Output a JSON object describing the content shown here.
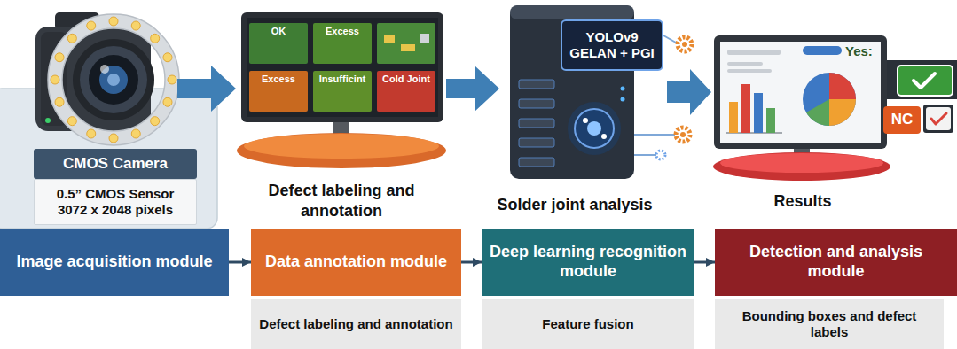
{
  "diagram": {
    "nodes": [
      {
        "text": [
          "CMOS Camera"
        ]
      },
      {
        "text": [
          "0.5” CMOS Sensor 3072 x 2048 pixels"
        ]
      },
      {
        "text": [
          "OK"
        ]
      },
      {
        "text": [
          "Excess"
        ]
      },
      {
        "text": [
          "Excess"
        ]
      },
      {
        "text": [
          "Insufficint"
        ]
      },
      {
        "text": [
          "Cold Joint"
        ]
      },
      {
        "text": [
          "YOLOv9 GELAN + PGI"
        ]
      },
      {
        "text": [
          "NC"
        ]
      },
      {
        "text": [
          "Image acquisition module"
        ]
      },
      {
        "text": [
          "Data annotation module"
        ]
      },
      {
        "text": [
          "Deep learning recognition module"
        ]
      },
      {
        "text": [
          "Detection and analysis module"
        ]
      },
      {
        "text": [
          "Defect labeling and annotation"
        ]
      },
      {
        "text": [
          "Feature fusion"
        ]
      },
      {
        "text": [
          "Bounding boxes and defect labels"
        ]
      }
    ],
    "edges": [
      {
        "from": 9,
        "to": 10,
        "arrow": "to"
      },
      {
        "from": 10,
        "to": 11,
        "arrow": "to"
      },
      {
        "from": 11,
        "to": 12,
        "arrow": "to"
      }
    ],
    "labels": [
      "Defect labeling and annotation",
      "Solder joint analysis",
      "Results",
      "Yes:"
    ]
  }
}
